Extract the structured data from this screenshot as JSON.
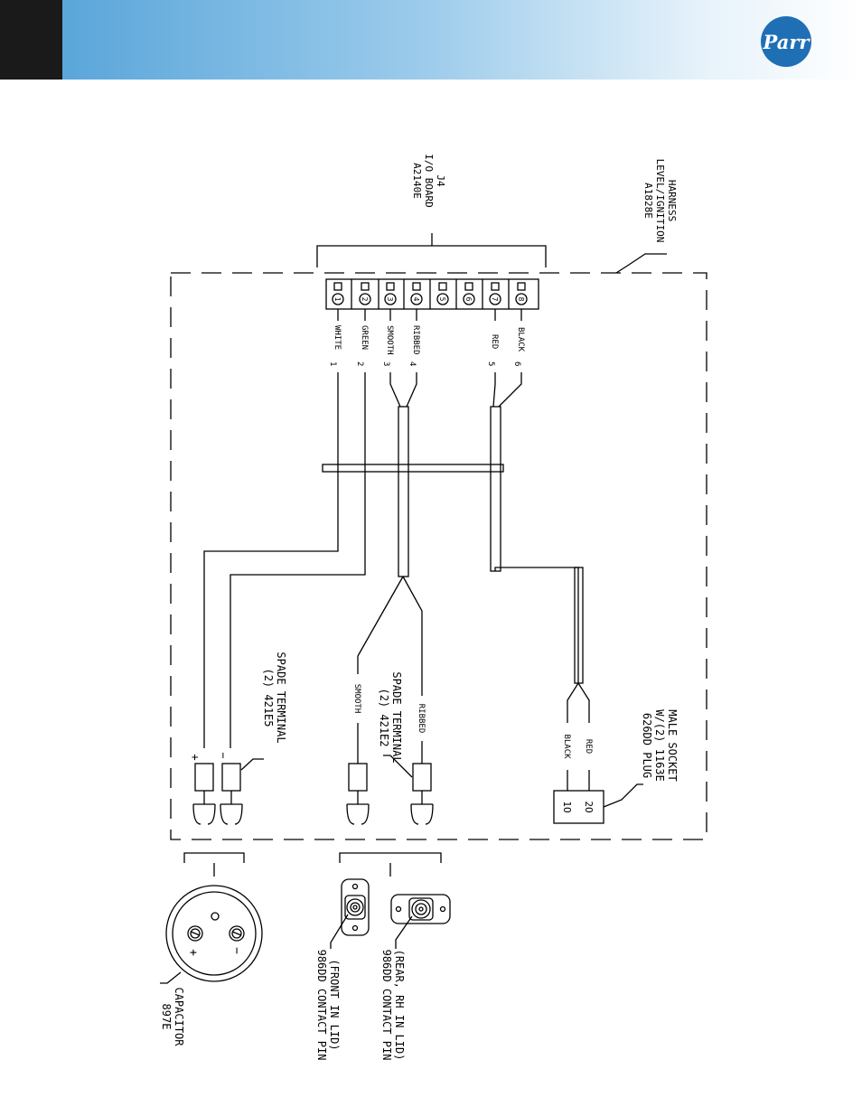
{
  "header": {
    "logo_text": "Parr"
  },
  "diagram": {
    "board_label": [
      "A2140E",
      "I/O BOARD",
      "J4"
    ],
    "harness_label": [
      "A1828E",
      "LEVEL/IGNITION",
      "HARNESS"
    ],
    "pins": [
      "1",
      "2",
      "3",
      "4",
      "5",
      "6",
      "7",
      "8"
    ],
    "wire_names": [
      "WHITE",
      "GREEN",
      "SMOOTH",
      "RIBBED",
      "RED",
      "BLACK"
    ],
    "wire_numbers": [
      "1",
      "2",
      "3",
      "4",
      "5",
      "6"
    ],
    "spade_e5_label": [
      "(2) 421E5",
      "SPADE TERMINAL"
    ],
    "plus_sign": "+",
    "minus_sign": "−",
    "spade_e2_label": [
      "(2) 421E2",
      "SPADE TERMINAL"
    ],
    "smooth_label": "SMOOTH",
    "ribbed_label": "RIBBED",
    "plug_wires": [
      "BLACK",
      "RED"
    ],
    "plug_pins": [
      "1O",
      "2O"
    ],
    "plug_label": [
      "626DD PLUG",
      "W/(2) 1163E",
      "MALE SOCKET"
    ],
    "capacitor_label": [
      "897E",
      "CAPACITOR"
    ],
    "contact_front_label": [
      "986DD CONTACT PIN",
      "(FRONT IN LID)"
    ],
    "contact_rear_label": [
      "986DD CONTACT PIN",
      "(REAR, RH IN LID)"
    ]
  }
}
